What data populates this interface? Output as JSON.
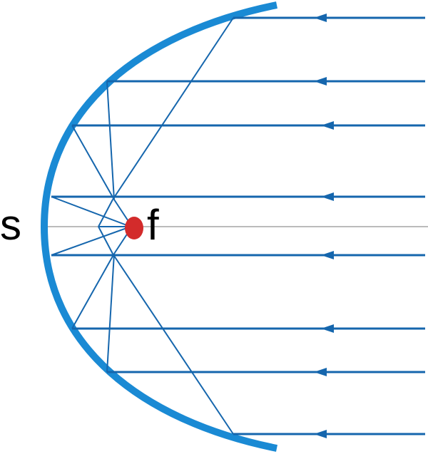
{
  "labels": {
    "vertex": "s",
    "focus": "f"
  },
  "colors": {
    "mirror": "#1a8ad4",
    "rays": "#1566ad",
    "axis": "#777777",
    "focus_point": "#d32b2b",
    "label_text": "#000000",
    "background": "#ffffff"
  },
  "icons": {
    "ray_arrow": "arrow-left-icon",
    "focus_marker": "focus-dot-icon"
  },
  "rays": {
    "count": 8
  }
}
